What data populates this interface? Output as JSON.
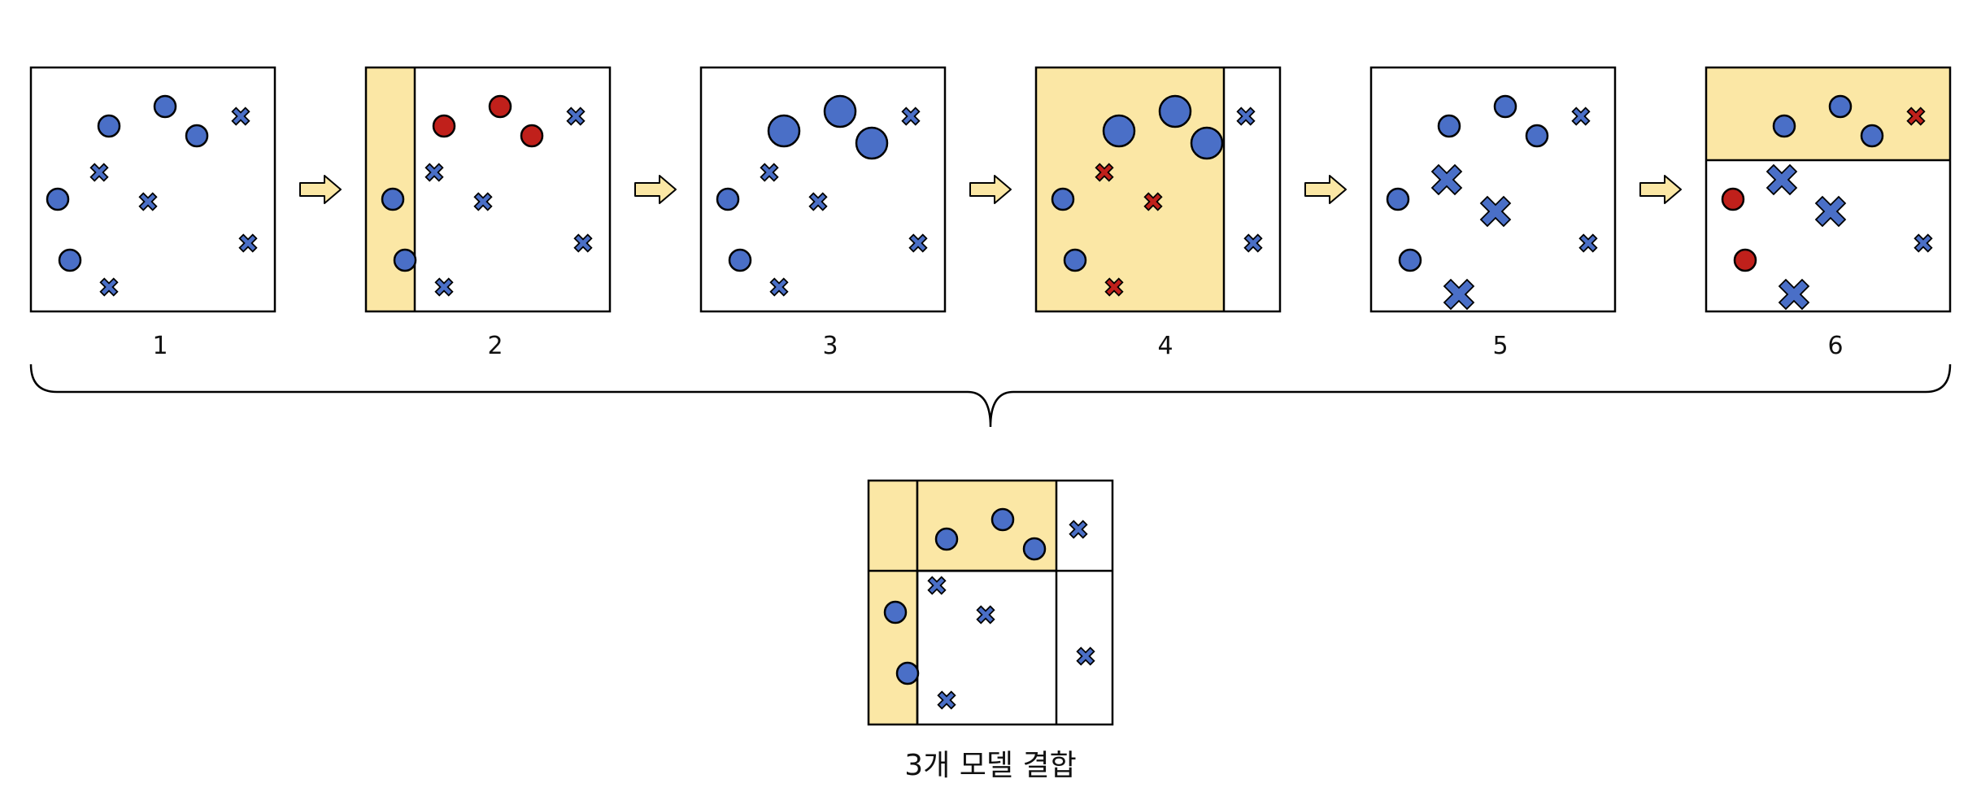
{
  "colors": {
    "highlight": "#fbe7a5",
    "blue": "#4a6fc7",
    "red": "#c0201b",
    "outline": "#000000"
  },
  "steps": [
    {
      "label": "1",
      "points": [
        {
          "kind": "circle",
          "color": "blue",
          "size": "small",
          "x": 0.32,
          "y": 0.24
        },
        {
          "kind": "circle",
          "color": "blue",
          "size": "small",
          "x": 0.55,
          "y": 0.16
        },
        {
          "kind": "circle",
          "color": "blue",
          "size": "small",
          "x": 0.68,
          "y": 0.28
        },
        {
          "kind": "circle",
          "color": "blue",
          "size": "small",
          "x": 0.11,
          "y": 0.54
        },
        {
          "kind": "circle",
          "color": "blue",
          "size": "small",
          "x": 0.16,
          "y": 0.79
        },
        {
          "kind": "cross",
          "color": "blue",
          "size": "small",
          "x": 0.86,
          "y": 0.2
        },
        {
          "kind": "cross",
          "color": "blue",
          "size": "small",
          "x": 0.28,
          "y": 0.43
        },
        {
          "kind": "cross",
          "color": "blue",
          "size": "small",
          "x": 0.48,
          "y": 0.55
        },
        {
          "kind": "cross",
          "color": "blue",
          "size": "small",
          "x": 0.89,
          "y": 0.72
        },
        {
          "kind": "cross",
          "color": "blue",
          "size": "small",
          "x": 0.32,
          "y": 0.9
        }
      ],
      "regions": []
    },
    {
      "label": "2",
      "points": [
        {
          "kind": "circle",
          "color": "red",
          "size": "small",
          "x": 0.32,
          "y": 0.24
        },
        {
          "kind": "circle",
          "color": "red",
          "size": "small",
          "x": 0.55,
          "y": 0.16
        },
        {
          "kind": "circle",
          "color": "red",
          "size": "small",
          "x": 0.68,
          "y": 0.28
        },
        {
          "kind": "circle",
          "color": "blue",
          "size": "small",
          "x": 0.11,
          "y": 0.54
        },
        {
          "kind": "circle",
          "color": "blue",
          "size": "small",
          "x": 0.16,
          "y": 0.79
        },
        {
          "kind": "cross",
          "color": "blue",
          "size": "small",
          "x": 0.86,
          "y": 0.2
        },
        {
          "kind": "cross",
          "color": "blue",
          "size": "small",
          "x": 0.28,
          "y": 0.43
        },
        {
          "kind": "cross",
          "color": "blue",
          "size": "small",
          "x": 0.48,
          "y": 0.55
        },
        {
          "kind": "cross",
          "color": "blue",
          "size": "small",
          "x": 0.89,
          "y": 0.72
        },
        {
          "kind": "cross",
          "color": "blue",
          "size": "small",
          "x": 0.32,
          "y": 0.9
        }
      ],
      "regions": [
        {
          "orientation": "vertical",
          "side": "left",
          "split": 0.2
        }
      ]
    },
    {
      "label": "3",
      "points": [
        {
          "kind": "circle",
          "color": "blue",
          "size": "large",
          "x": 0.34,
          "y": 0.26
        },
        {
          "kind": "circle",
          "color": "blue",
          "size": "large",
          "x": 0.57,
          "y": 0.18
        },
        {
          "kind": "circle",
          "color": "blue",
          "size": "large",
          "x": 0.7,
          "y": 0.31
        },
        {
          "kind": "circle",
          "color": "blue",
          "size": "small",
          "x": 0.11,
          "y": 0.54
        },
        {
          "kind": "circle",
          "color": "blue",
          "size": "small",
          "x": 0.16,
          "y": 0.79
        },
        {
          "kind": "cross",
          "color": "blue",
          "size": "small",
          "x": 0.86,
          "y": 0.2
        },
        {
          "kind": "cross",
          "color": "blue",
          "size": "small",
          "x": 0.28,
          "y": 0.43
        },
        {
          "kind": "cross",
          "color": "blue",
          "size": "small",
          "x": 0.48,
          "y": 0.55
        },
        {
          "kind": "cross",
          "color": "blue",
          "size": "small",
          "x": 0.89,
          "y": 0.72
        },
        {
          "kind": "cross",
          "color": "blue",
          "size": "small",
          "x": 0.32,
          "y": 0.9
        }
      ],
      "regions": []
    },
    {
      "label": "4",
      "points": [
        {
          "kind": "circle",
          "color": "blue",
          "size": "large",
          "x": 0.34,
          "y": 0.26
        },
        {
          "kind": "circle",
          "color": "blue",
          "size": "large",
          "x": 0.57,
          "y": 0.18
        },
        {
          "kind": "circle",
          "color": "blue",
          "size": "large",
          "x": 0.7,
          "y": 0.31
        },
        {
          "kind": "circle",
          "color": "blue",
          "size": "small",
          "x": 0.11,
          "y": 0.54
        },
        {
          "kind": "circle",
          "color": "blue",
          "size": "small",
          "x": 0.16,
          "y": 0.79
        },
        {
          "kind": "cross",
          "color": "blue",
          "size": "small",
          "x": 0.86,
          "y": 0.2
        },
        {
          "kind": "cross",
          "color": "red",
          "size": "small",
          "x": 0.28,
          "y": 0.43
        },
        {
          "kind": "cross",
          "color": "red",
          "size": "small",
          "x": 0.48,
          "y": 0.55
        },
        {
          "kind": "cross",
          "color": "blue",
          "size": "small",
          "x": 0.89,
          "y": 0.72
        },
        {
          "kind": "cross",
          "color": "red",
          "size": "small",
          "x": 0.32,
          "y": 0.9
        }
      ],
      "regions": [
        {
          "orientation": "vertical",
          "side": "left",
          "split": 0.77
        }
      ]
    },
    {
      "label": "5",
      "points": [
        {
          "kind": "circle",
          "color": "blue",
          "size": "small",
          "x": 0.32,
          "y": 0.24
        },
        {
          "kind": "circle",
          "color": "blue",
          "size": "small",
          "x": 0.55,
          "y": 0.16
        },
        {
          "kind": "circle",
          "color": "blue",
          "size": "small",
          "x": 0.68,
          "y": 0.28
        },
        {
          "kind": "circle",
          "color": "blue",
          "size": "small",
          "x": 0.11,
          "y": 0.54
        },
        {
          "kind": "circle",
          "color": "blue",
          "size": "small",
          "x": 0.16,
          "y": 0.79
        },
        {
          "kind": "cross",
          "color": "blue",
          "size": "small",
          "x": 0.86,
          "y": 0.2
        },
        {
          "kind": "cross",
          "color": "blue",
          "size": "large",
          "x": 0.31,
          "y": 0.46
        },
        {
          "kind": "cross",
          "color": "blue",
          "size": "large",
          "x": 0.51,
          "y": 0.59
        },
        {
          "kind": "cross",
          "color": "blue",
          "size": "small",
          "x": 0.89,
          "y": 0.72
        },
        {
          "kind": "cross",
          "color": "blue",
          "size": "large",
          "x": 0.36,
          "y": 0.93
        }
      ],
      "regions": []
    },
    {
      "label": "6",
      "points": [
        {
          "kind": "circle",
          "color": "blue",
          "size": "small",
          "x": 0.32,
          "y": 0.24
        },
        {
          "kind": "circle",
          "color": "blue",
          "size": "small",
          "x": 0.55,
          "y": 0.16
        },
        {
          "kind": "circle",
          "color": "blue",
          "size": "small",
          "x": 0.68,
          "y": 0.28
        },
        {
          "kind": "circle",
          "color": "red",
          "size": "small",
          "x": 0.11,
          "y": 0.54
        },
        {
          "kind": "circle",
          "color": "red",
          "size": "small",
          "x": 0.16,
          "y": 0.79
        },
        {
          "kind": "cross",
          "color": "red",
          "size": "small",
          "x": 0.86,
          "y": 0.2
        },
        {
          "kind": "cross",
          "color": "blue",
          "size": "large",
          "x": 0.31,
          "y": 0.46
        },
        {
          "kind": "cross",
          "color": "blue",
          "size": "large",
          "x": 0.51,
          "y": 0.59
        },
        {
          "kind": "cross",
          "color": "blue",
          "size": "small",
          "x": 0.89,
          "y": 0.72
        },
        {
          "kind": "cross",
          "color": "blue",
          "size": "large",
          "x": 0.36,
          "y": 0.93
        }
      ],
      "regions": [
        {
          "orientation": "horizontal",
          "side": "top",
          "split": 0.38
        }
      ]
    }
  ],
  "combined": {
    "caption": "3개 모델 결합",
    "points": [
      {
        "kind": "circle",
        "color": "blue",
        "size": "small",
        "x": 0.32,
        "y": 0.24
      },
      {
        "kind": "circle",
        "color": "blue",
        "size": "small",
        "x": 0.55,
        "y": 0.16
      },
      {
        "kind": "circle",
        "color": "blue",
        "size": "small",
        "x": 0.68,
        "y": 0.28
      },
      {
        "kind": "circle",
        "color": "blue",
        "size": "small",
        "x": 0.11,
        "y": 0.54
      },
      {
        "kind": "circle",
        "color": "blue",
        "size": "small",
        "x": 0.16,
        "y": 0.79
      },
      {
        "kind": "cross",
        "color": "blue",
        "size": "small",
        "x": 0.86,
        "y": 0.2
      },
      {
        "kind": "cross",
        "color": "blue",
        "size": "small",
        "x": 0.28,
        "y": 0.43
      },
      {
        "kind": "cross",
        "color": "blue",
        "size": "small",
        "x": 0.48,
        "y": 0.55
      },
      {
        "kind": "cross",
        "color": "blue",
        "size": "small",
        "x": 0.89,
        "y": 0.72
      },
      {
        "kind": "cross",
        "color": "blue",
        "size": "small",
        "x": 0.32,
        "y": 0.9
      }
    ],
    "regions": [
      {
        "orientation": "vertical",
        "side": "left",
        "split": 0.2
      },
      {
        "orientation": "horizontal",
        "side": "top",
        "split": 0.37,
        "from": 0.2,
        "to": 0.77
      }
    ],
    "dividers": [
      {
        "orientation": "vertical",
        "at": 0.2
      },
      {
        "orientation": "vertical",
        "at": 0.77
      },
      {
        "orientation": "horizontal",
        "at": 0.37
      }
    ]
  }
}
